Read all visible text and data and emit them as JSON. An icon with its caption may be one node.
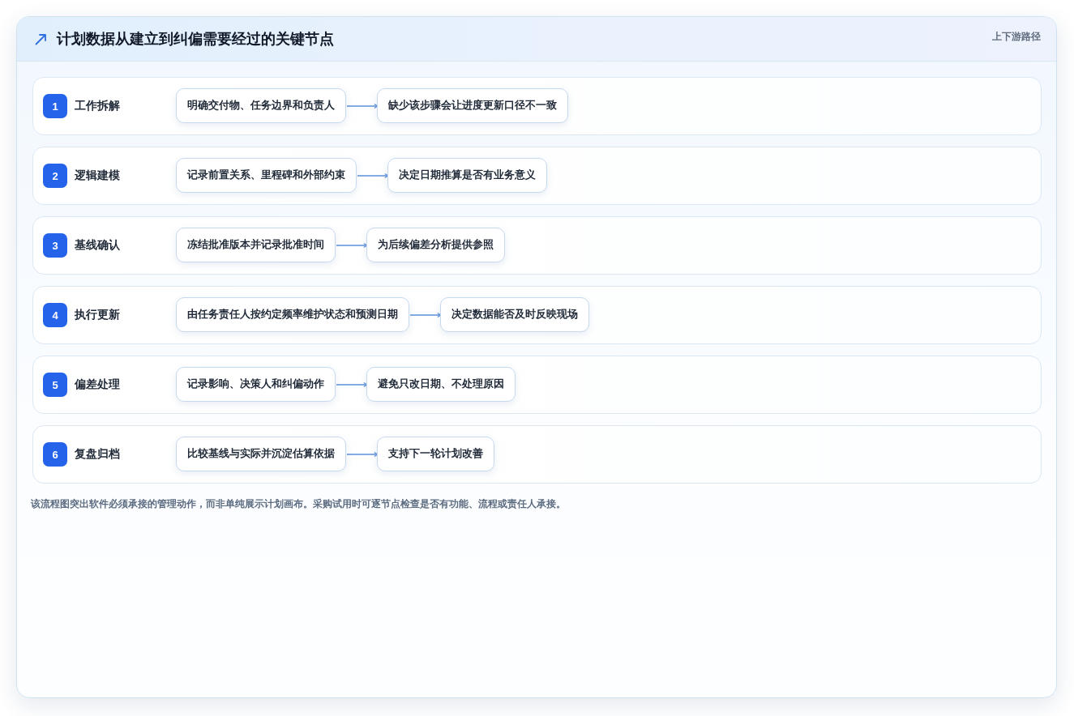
{
  "diagram": {
    "title": "计划数据从建立到纠偏需要经过的关键节点",
    "caption": "该流程图突出软件必须承接的管理动作，而非单纯展示计划画布。采购试用时可逐节点检查是否有功能、流程或责任人承接。",
    "labels": [
      "上下游路径"
    ],
    "nodes": [
      {
        "text": [
          "1",
          "工作拆解"
        ]
      },
      {
        "text": [
          "明确交付物、任务边界和负责人"
        ],
        "in": 0
      },
      {
        "text": [
          "缺少该步骤会让进度更新口径不一致"
        ],
        "in": 0
      },
      {
        "text": [
          "2",
          "逻辑建模"
        ]
      },
      {
        "text": [
          "记录前置关系、里程碑和外部约束"
        ],
        "in": 3
      },
      {
        "text": [
          "决定日期推算是否有业务意义"
        ],
        "in": 3
      },
      {
        "text": [
          "3",
          "基线确认"
        ]
      },
      {
        "text": [
          "冻结批准版本并记录批准时间"
        ],
        "in": 6
      },
      {
        "text": [
          "为后续偏差分析提供参照"
        ],
        "in": 6
      },
      {
        "text": [
          "4",
          "执行更新"
        ]
      },
      {
        "text": [
          "由任务责任人按约定频率维护状态和预测日期"
        ],
        "in": 9
      },
      {
        "text": [
          "决定数据能否及时反映现场"
        ],
        "in": 9
      },
      {
        "text": [
          "5",
          "偏差处理"
        ]
      },
      {
        "text": [
          "记录影响、决策人和纠偏动作"
        ],
        "in": 12
      },
      {
        "text": [
          "避免只改日期、不处理原因"
        ],
        "in": 12
      },
      {
        "text": [
          "6",
          "复盘归档"
        ]
      },
      {
        "text": [
          "比较基线与实际并沉淀估算依据"
        ],
        "in": 15
      },
      {
        "text": [
          "支持下一轮计划改善"
        ],
        "in": 15
      }
    ],
    "edges": [
      {
        "from": 1,
        "to": 2,
        "arrow": "to"
      },
      {
        "from": 4,
        "to": 5,
        "arrow": "to"
      },
      {
        "from": 7,
        "to": 8,
        "arrow": "to"
      },
      {
        "from": 10,
        "to": 11,
        "arrow": "to"
      },
      {
        "from": 13,
        "to": 14,
        "arrow": "to"
      },
      {
        "from": 16,
        "to": 17,
        "arrow": "to"
      }
    ]
  }
}
